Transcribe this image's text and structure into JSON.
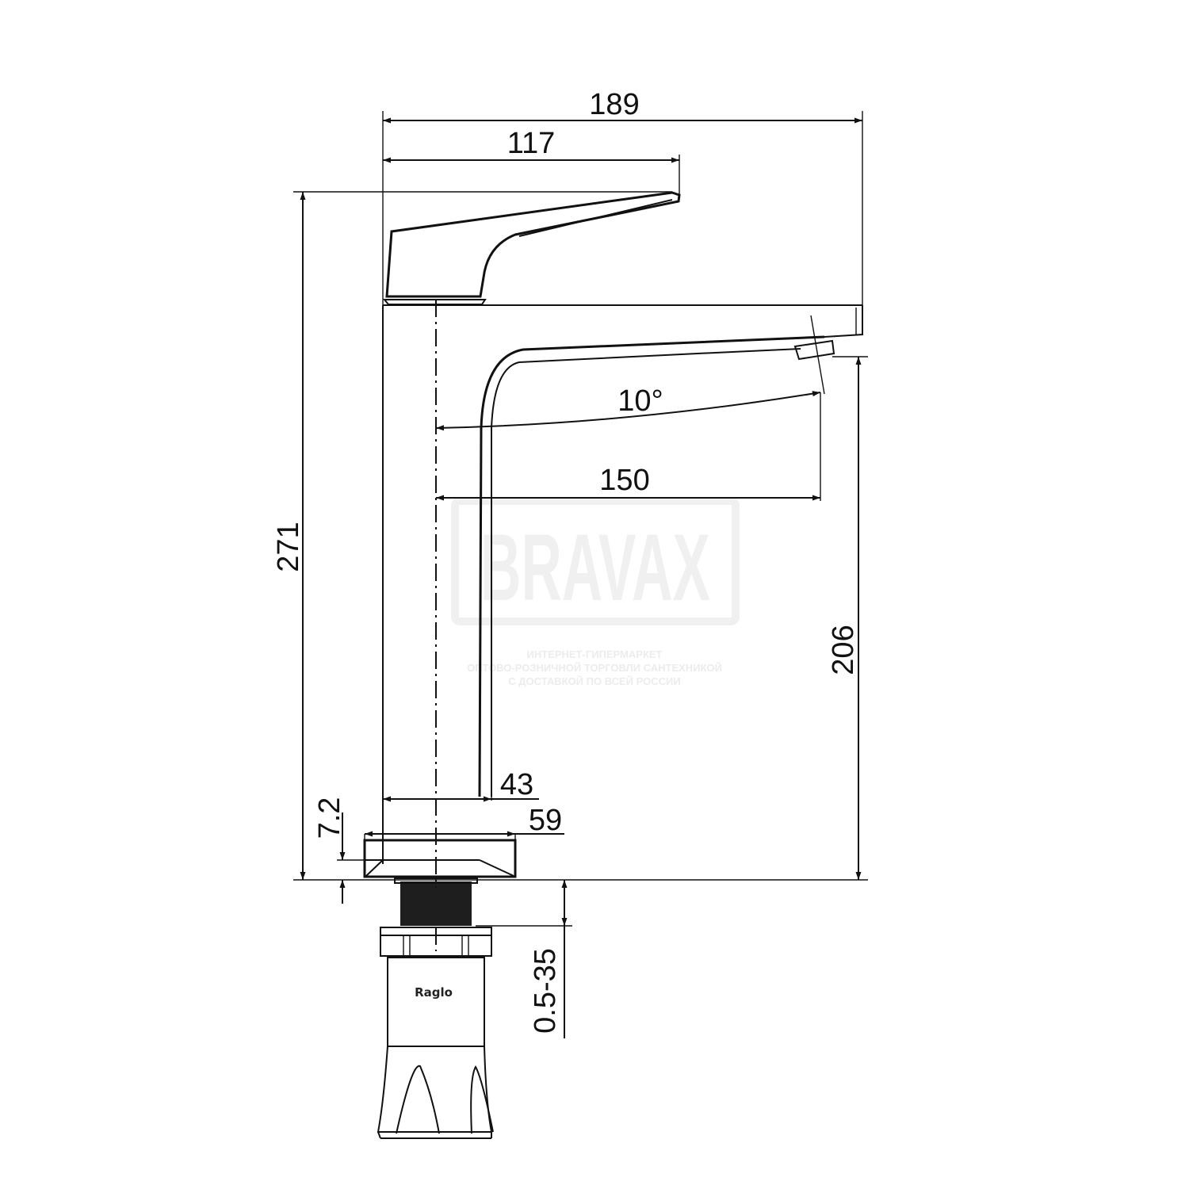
{
  "title": "Faucet technical drawing",
  "watermark": {
    "logo": "BRAVAX",
    "lines": [
      "ИНТЕРНЕТ-ГИПЕРМАРКЕТ",
      "ОПТОВО-РОЗНИЧНОЙ ТОРГОВЛИ САНТЕХНИКОЙ",
      "С ДОСТАВКОЙ ПО ВСЕЙ РОССИИ"
    ]
  },
  "part_label": "Raglo",
  "dimensions": {
    "overall_length": "189",
    "handle_length": "117",
    "overall_height": "271",
    "spout_angle": "10°",
    "spout_reach": "150",
    "spout_height": "206",
    "body_diameter": "43",
    "base_diameter": "59",
    "base_height": "7.2",
    "countertop_thickness": "0.5-35"
  },
  "colors": {
    "line": "#111111",
    "background": "#ffffff"
  }
}
